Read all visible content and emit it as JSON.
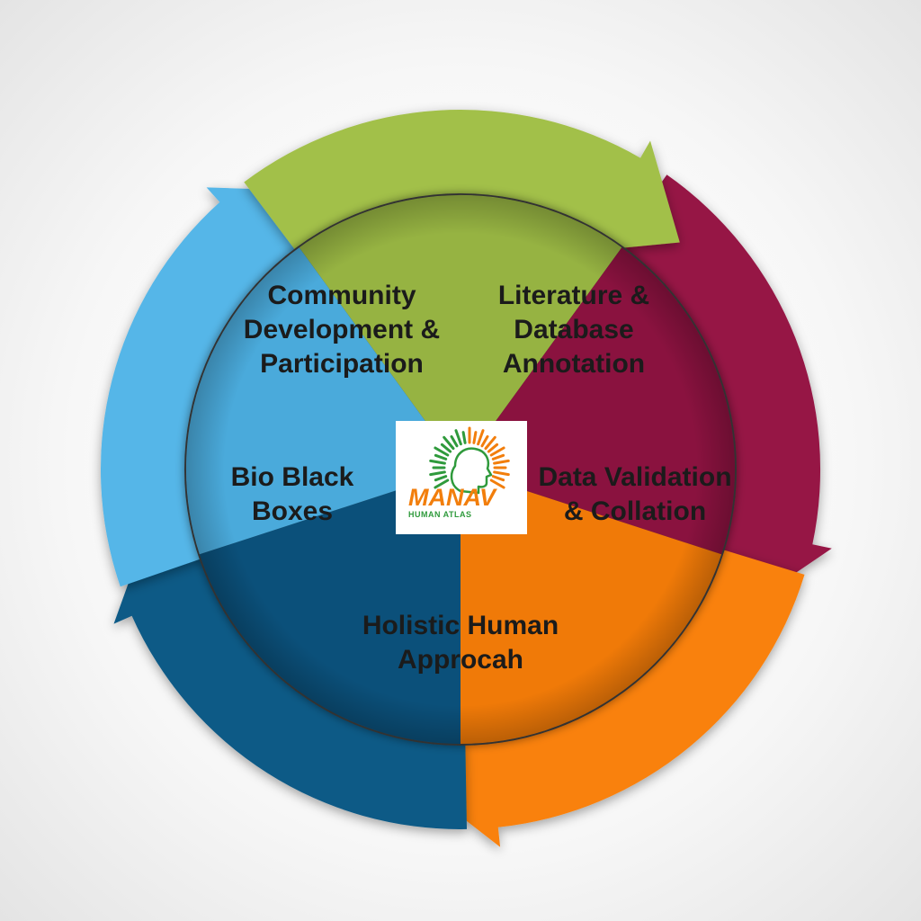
{
  "segments": [
    {
      "id": "community",
      "lines": [
        "Community",
        "Development &",
        "Participation"
      ],
      "color": "#a2c04a",
      "inner_color": "#96b342"
    },
    {
      "id": "literature",
      "lines": [
        "Literature &",
        "Database",
        "Annotation"
      ],
      "color": "#961444",
      "inner_color": "#8a123f"
    },
    {
      "id": "validation",
      "lines": [
        "Data Validation",
        "& Collation"
      ],
      "color": "#f9810e",
      "inner_color": "#f07a08"
    },
    {
      "id": "holistic",
      "lines": [
        "Holistic Human",
        "Approcah"
      ],
      "color": "#0e5a86",
      "inner_color": "#0b507a"
    },
    {
      "id": "biobox",
      "lines": [
        "Bio Black",
        "Boxes"
      ],
      "color": "#55b6e8",
      "inner_color": "#4aaadb"
    }
  ],
  "logo": {
    "title": "MANAV",
    "subtitle": "HUMAN  ATLAS",
    "icon": "human-head-sunburst-icon",
    "orange": "#f27e0c",
    "green": "#2f9a3c"
  }
}
